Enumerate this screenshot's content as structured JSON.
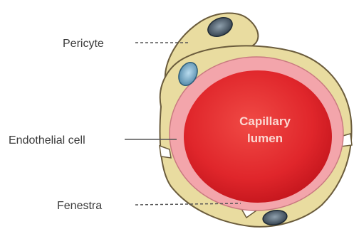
{
  "labels": {
    "pericyte": "Pericyte",
    "endothelial_cell": "Endothelial cell",
    "fenestra": "Fenestra",
    "lumen_line1": "Capillary",
    "lumen_line2": "lumen"
  },
  "colors": {
    "pericyte": "#e9dca0",
    "pericyte_outline": "#6b5c3c",
    "endothelium": "#f3a5ab",
    "lumen": "#e0262b",
    "nucleus": "#3a4a5a",
    "endothelial_nucleus": "#7fb3cf"
  }
}
